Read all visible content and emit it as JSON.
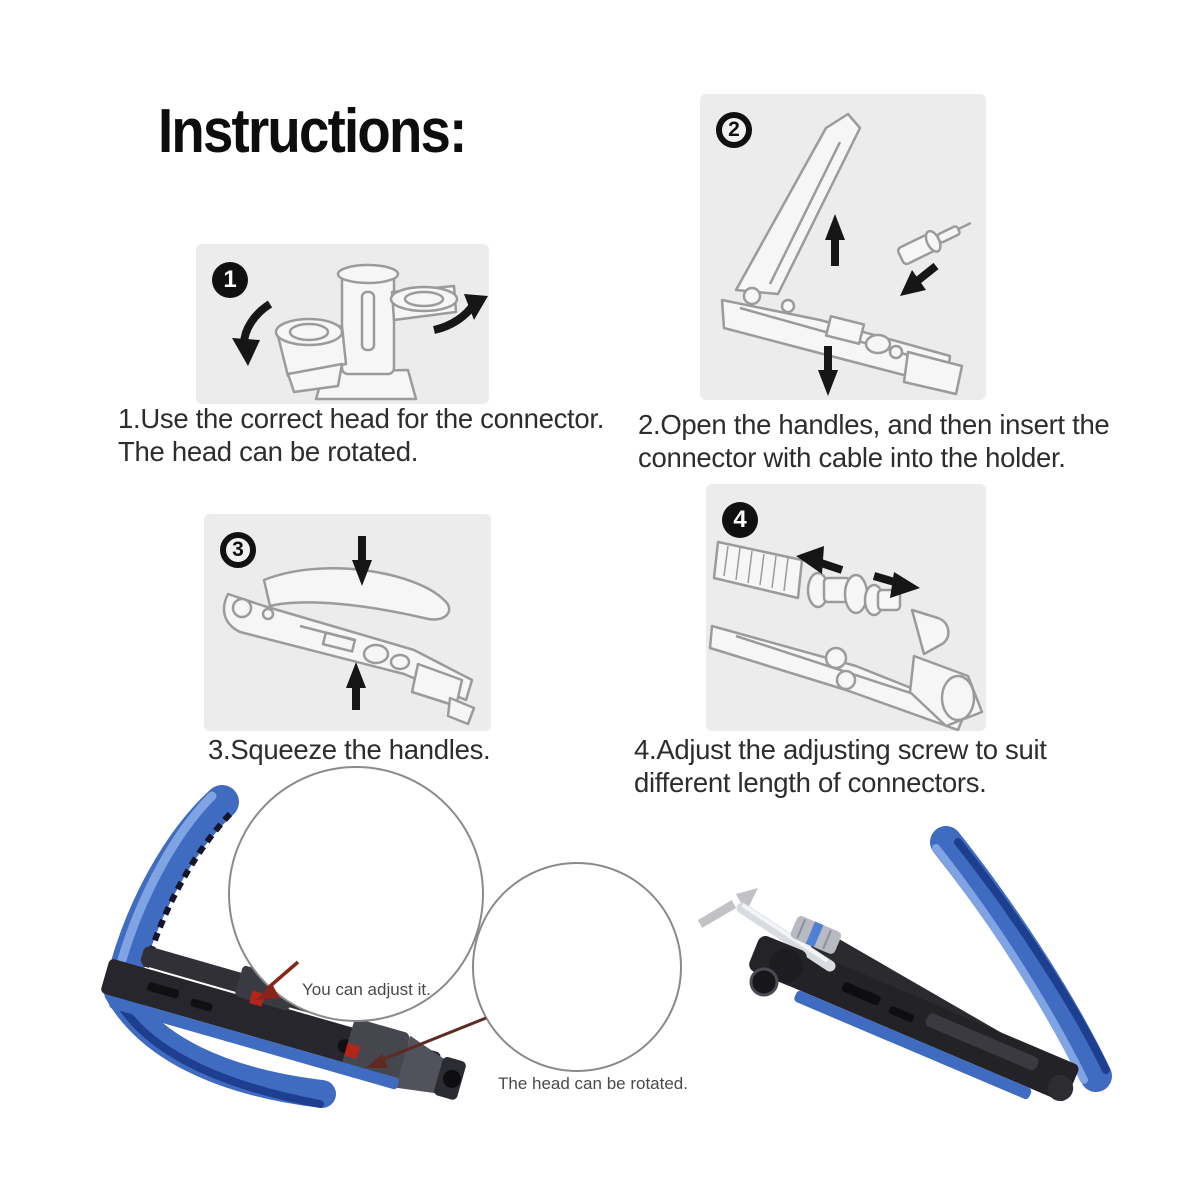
{
  "page": {
    "title": "Instructions:"
  },
  "steps": [
    {
      "number": "1",
      "lines": [
        "1.Use the correct head for the connector.",
        "The head can be rotated."
      ]
    },
    {
      "number": "2",
      "lines": [
        "2.Open the handles, and then insert the",
        "connector with cable into the holder."
      ]
    },
    {
      "number": "3",
      "lines": [
        "3.Squeeze the handles.",
        ""
      ]
    },
    {
      "number": "4",
      "lines": [
        "4.Adjust the adjusting screw to suit",
        "different length of connectors."
      ]
    }
  ],
  "callouts": {
    "adjust_label": "You can adjust it.",
    "rotate_label": "The head can be rotated."
  },
  "colors": {
    "background": "#ffffff",
    "panel_bg": "#ececec",
    "sketch_line": "#9b9b9b",
    "arrow": "#161616",
    "text": "#2d2d2d",
    "callout_text": "#4a4a4a",
    "handle_blue": "#3f6cc0",
    "handle_blue_dark": "#1e3f8f",
    "handle_blue_light": "#7fa3e3",
    "body_dark": "#26262c",
    "callout_red": "#8a2418"
  }
}
